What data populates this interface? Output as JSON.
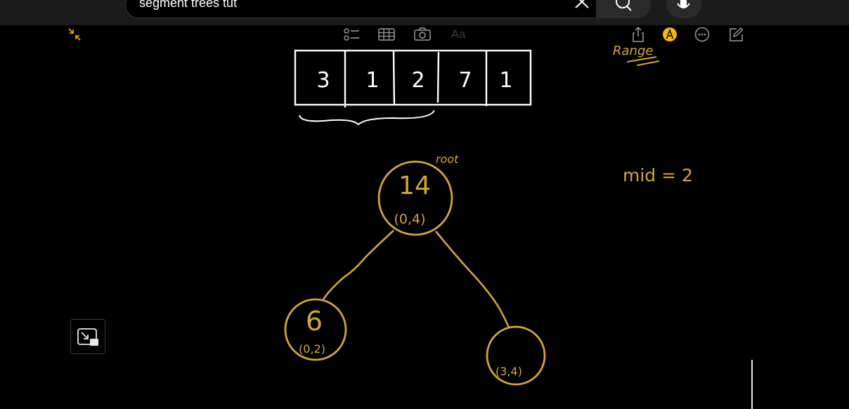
{
  "search": {
    "query": "segment trees tut"
  },
  "toolbar": {
    "format_label": "Aa"
  },
  "note": {
    "array_cells": [
      "3",
      "1",
      "2",
      "7",
      "1"
    ],
    "range_label": "Range",
    "mid_label": "mid = 2",
    "root_label": "root",
    "nodes": [
      {
        "value": "14",
        "range": "(0,4)"
      },
      {
        "value": "6",
        "range": "(0,2)"
      },
      {
        "value": "",
        "range": "(3,4)"
      }
    ]
  },
  "colors": {
    "ink": "#d2a53a",
    "accent": "#f5b800",
    "background": "#000000"
  }
}
